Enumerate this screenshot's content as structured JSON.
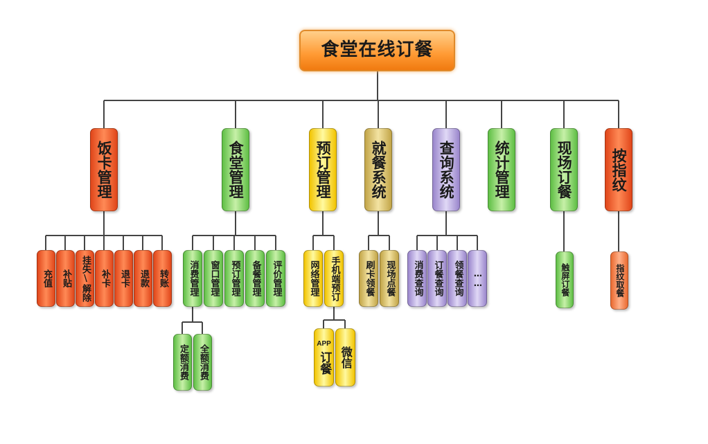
{
  "title": "食堂在线订餐",
  "l1": {
    "fanka": "饭卡管理",
    "shitang": "食堂管理",
    "yuding": "预订管理",
    "jiucan": "就餐系统",
    "chaxun": "查询系统",
    "tongji": "统计管理",
    "xianchang": "现场订餐",
    "anzhiwen": "按指纹"
  },
  "l2": {
    "chongzhi": "充值",
    "butie": "补贴",
    "guashi": "挂失\\解除",
    "buka": "补卡",
    "tuika": "退卡",
    "tuikuan": "退款",
    "zhuanzhang": "转账",
    "xiaofei": "消费管理",
    "chuangkou": "窗口管理",
    "yuding_m": "预订管理",
    "beican": "备餐管理",
    "pingjia": "评价管理",
    "wangluo": "网络管理",
    "shouji": "手机端预订",
    "shuaka": "刷卡领餐",
    "xianchangdian": "现场点餐",
    "xiaofei_cx": "消费查询",
    "dingcan_cx": "订餐查询",
    "lingcan_cx": "领餐查询",
    "more": "……",
    "chuping": "触屏订餐",
    "zhiwen": "指纹取餐"
  },
  "l3": {
    "dinge": "定额消费",
    "quane": "全额消费",
    "app_prefix": "APP",
    "app_rest": "订餐",
    "weixin": "微信"
  },
  "colors": {
    "red": "#e0461a",
    "green": "#5fbf45",
    "yellow": "#f2c400",
    "khaki": "#c2a548",
    "purple": "#9a86cc",
    "orange": "#ea6a30",
    "connector": "#444444",
    "root": "#ff9a33"
  }
}
